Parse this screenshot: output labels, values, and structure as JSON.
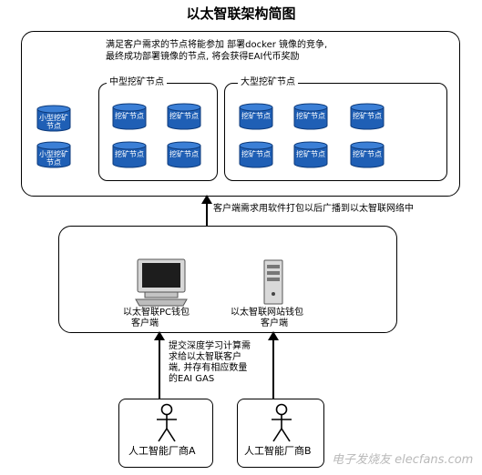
{
  "title": "以太智联架构简图",
  "top_box": {
    "line1": "满足客户需求的节点将能参加 部署docker 镜像的竞争,",
    "line2": "最终成功部署镜像的节点, 将会获得EAI代币奖励",
    "small_nodes": [
      "小型挖矿节点",
      "小型挖矿节点"
    ],
    "medium_group_label": "中型挖矿节点",
    "medium_nodes": [
      "挖矿节点",
      "挖矿节点",
      "挖矿节点",
      "挖矿节点"
    ],
    "large_group_label": "大型挖矿节点",
    "large_nodes": [
      "挖矿节点",
      "挖矿节点",
      "挖矿节点",
      "挖矿节点",
      "挖矿节点",
      "挖矿节点"
    ]
  },
  "arrow_top_label": "客户端需求用软件打包以后广播到以太智联网络中",
  "client_box": {
    "pc_label_line1": "以太智联PC钱包",
    "pc_label_line2": "客户端",
    "web_label_line1": "以太智联网站钱包",
    "web_label_line2": "客户端"
  },
  "arrow_bottom_label": [
    "提交深度学习计算需",
    "求给以太智联客户",
    "端, 并存有相应数量",
    "的EAI GAS"
  ],
  "vendors": [
    "人工智能厂商A",
    "人工智能厂商B"
  ],
  "watermark": "电子发烧友 elecfans.com",
  "colors": {
    "cylinder": "#1f5fb5",
    "cylinder_top": "#3b7fd6"
  }
}
